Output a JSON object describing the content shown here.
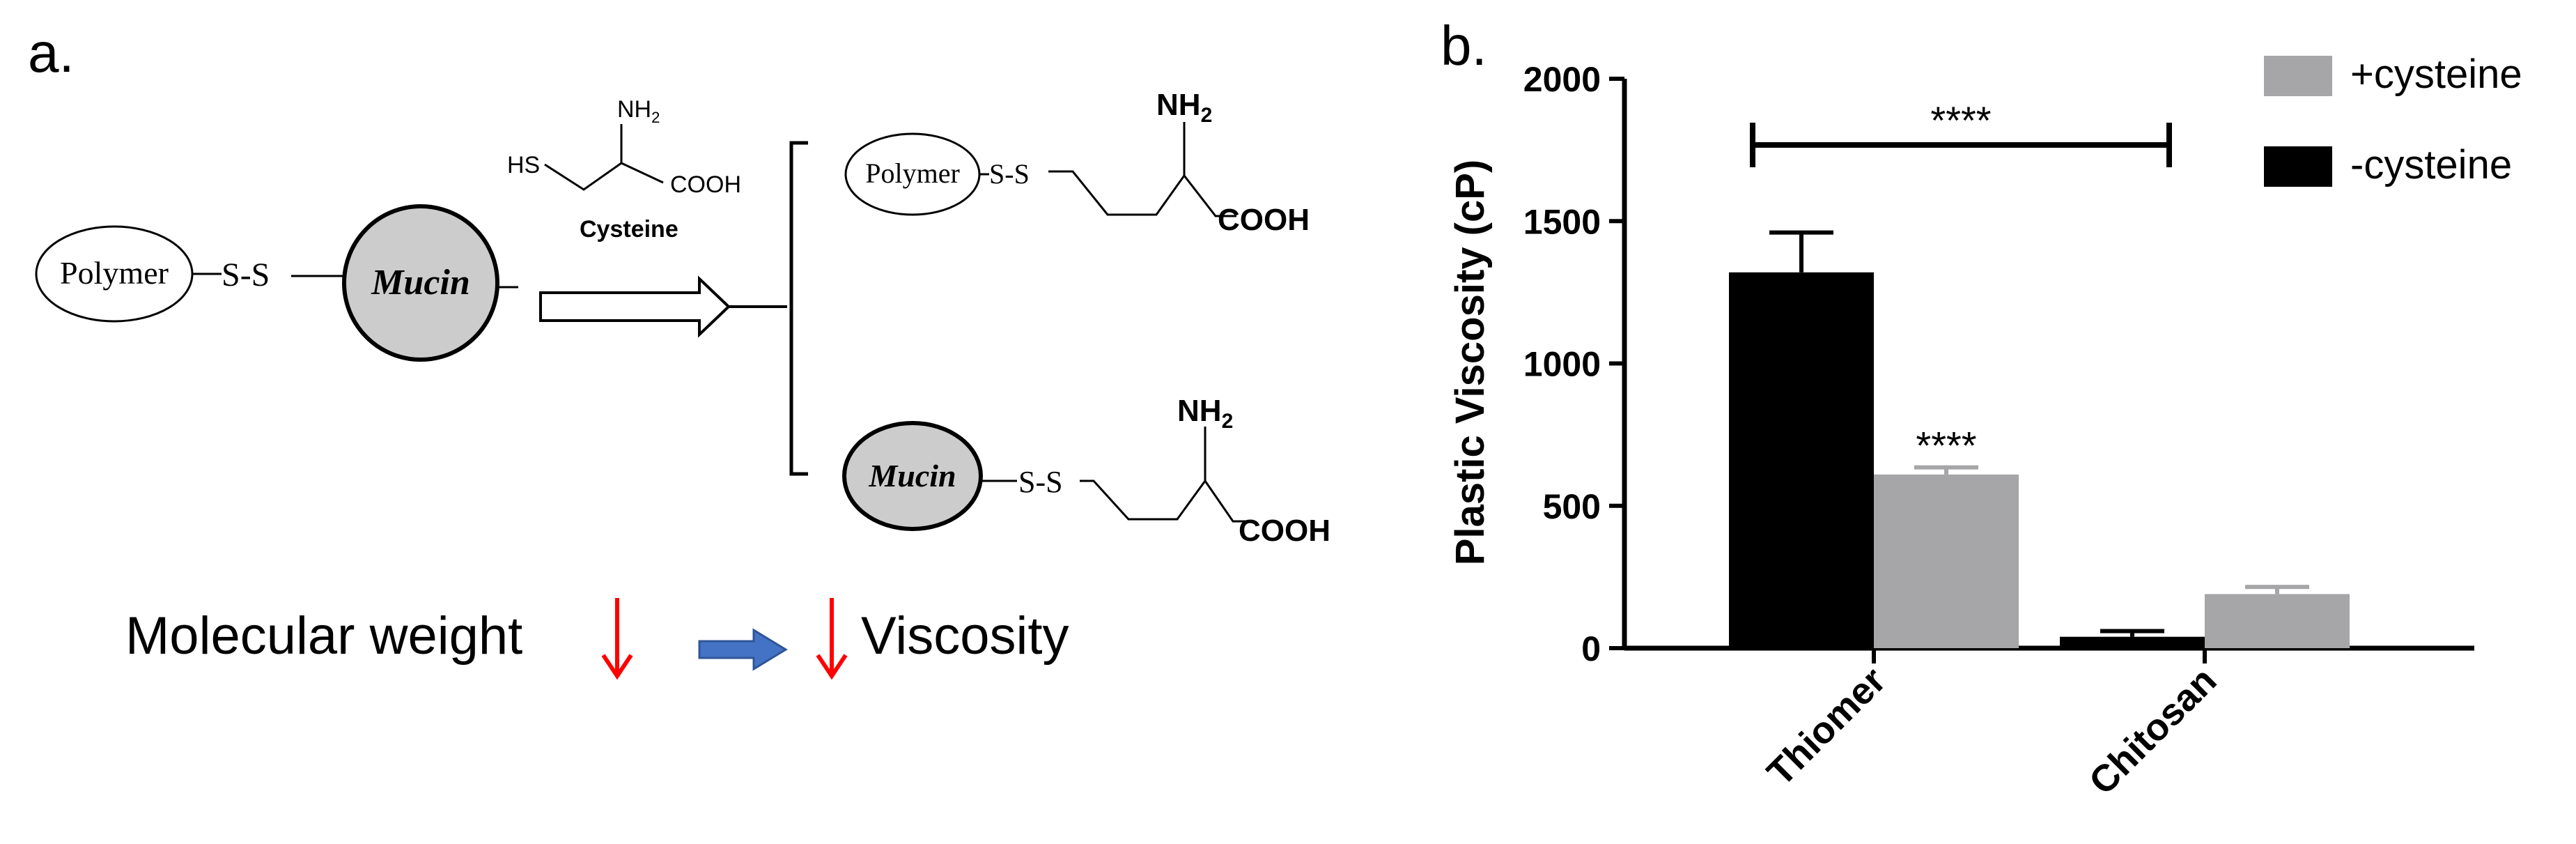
{
  "panel_a": {
    "label": "a.",
    "cysteine": {
      "nh2": "NH",
      "nh2_sub": "2",
      "hs": "HS",
      "cooh": "COOH",
      "name": "Cysteine"
    },
    "left_polymer": "Polymer",
    "left_bond": "S-S",
    "mucin": "Mucin",
    "product_top": {
      "polymer": "Polymer",
      "bond": "S-S",
      "nh2": "NH",
      "nh2_sub": "2",
      "cooh": "COOH"
    },
    "product_bottom": {
      "mucin": "Mucin",
      "bond": "S-S",
      "nh2": "NH",
      "nh2_sub": "2",
      "cooh": "COOH"
    },
    "bottom_text_left": "Molecular weight",
    "bottom_text_right": "Viscosity",
    "colors": {
      "mucin_fill": "#cccccc",
      "down_arrow": "#ff0000",
      "blue_arrow": "#4472c4"
    }
  },
  "panel_b": {
    "label": "b."
  },
  "chart_data": {
    "type": "bar",
    "categories": [
      "Thiomer",
      "Chitosan"
    ],
    "series": [
      {
        "name": "-cysteine",
        "color": "#000000",
        "values": [
          1320,
          40
        ],
        "errors": [
          140,
          20
        ]
      },
      {
        "name": "+cysteine",
        "color": "#a6a6a8",
        "values": [
          610,
          190
        ],
        "errors": [
          25,
          25
        ]
      }
    ],
    "ylabel": "Plastic Viscosity (cP)",
    "xlabel": "",
    "ylim": [
      0,
      2000
    ],
    "yticks": [
      0,
      500,
      1000,
      1500,
      2000
    ],
    "legend_order": [
      "+cysteine",
      "-cysteine"
    ],
    "legend_placement": "top-right",
    "grid": false,
    "significance": {
      "bracket_label": "****",
      "bar_label": "****"
    }
  }
}
